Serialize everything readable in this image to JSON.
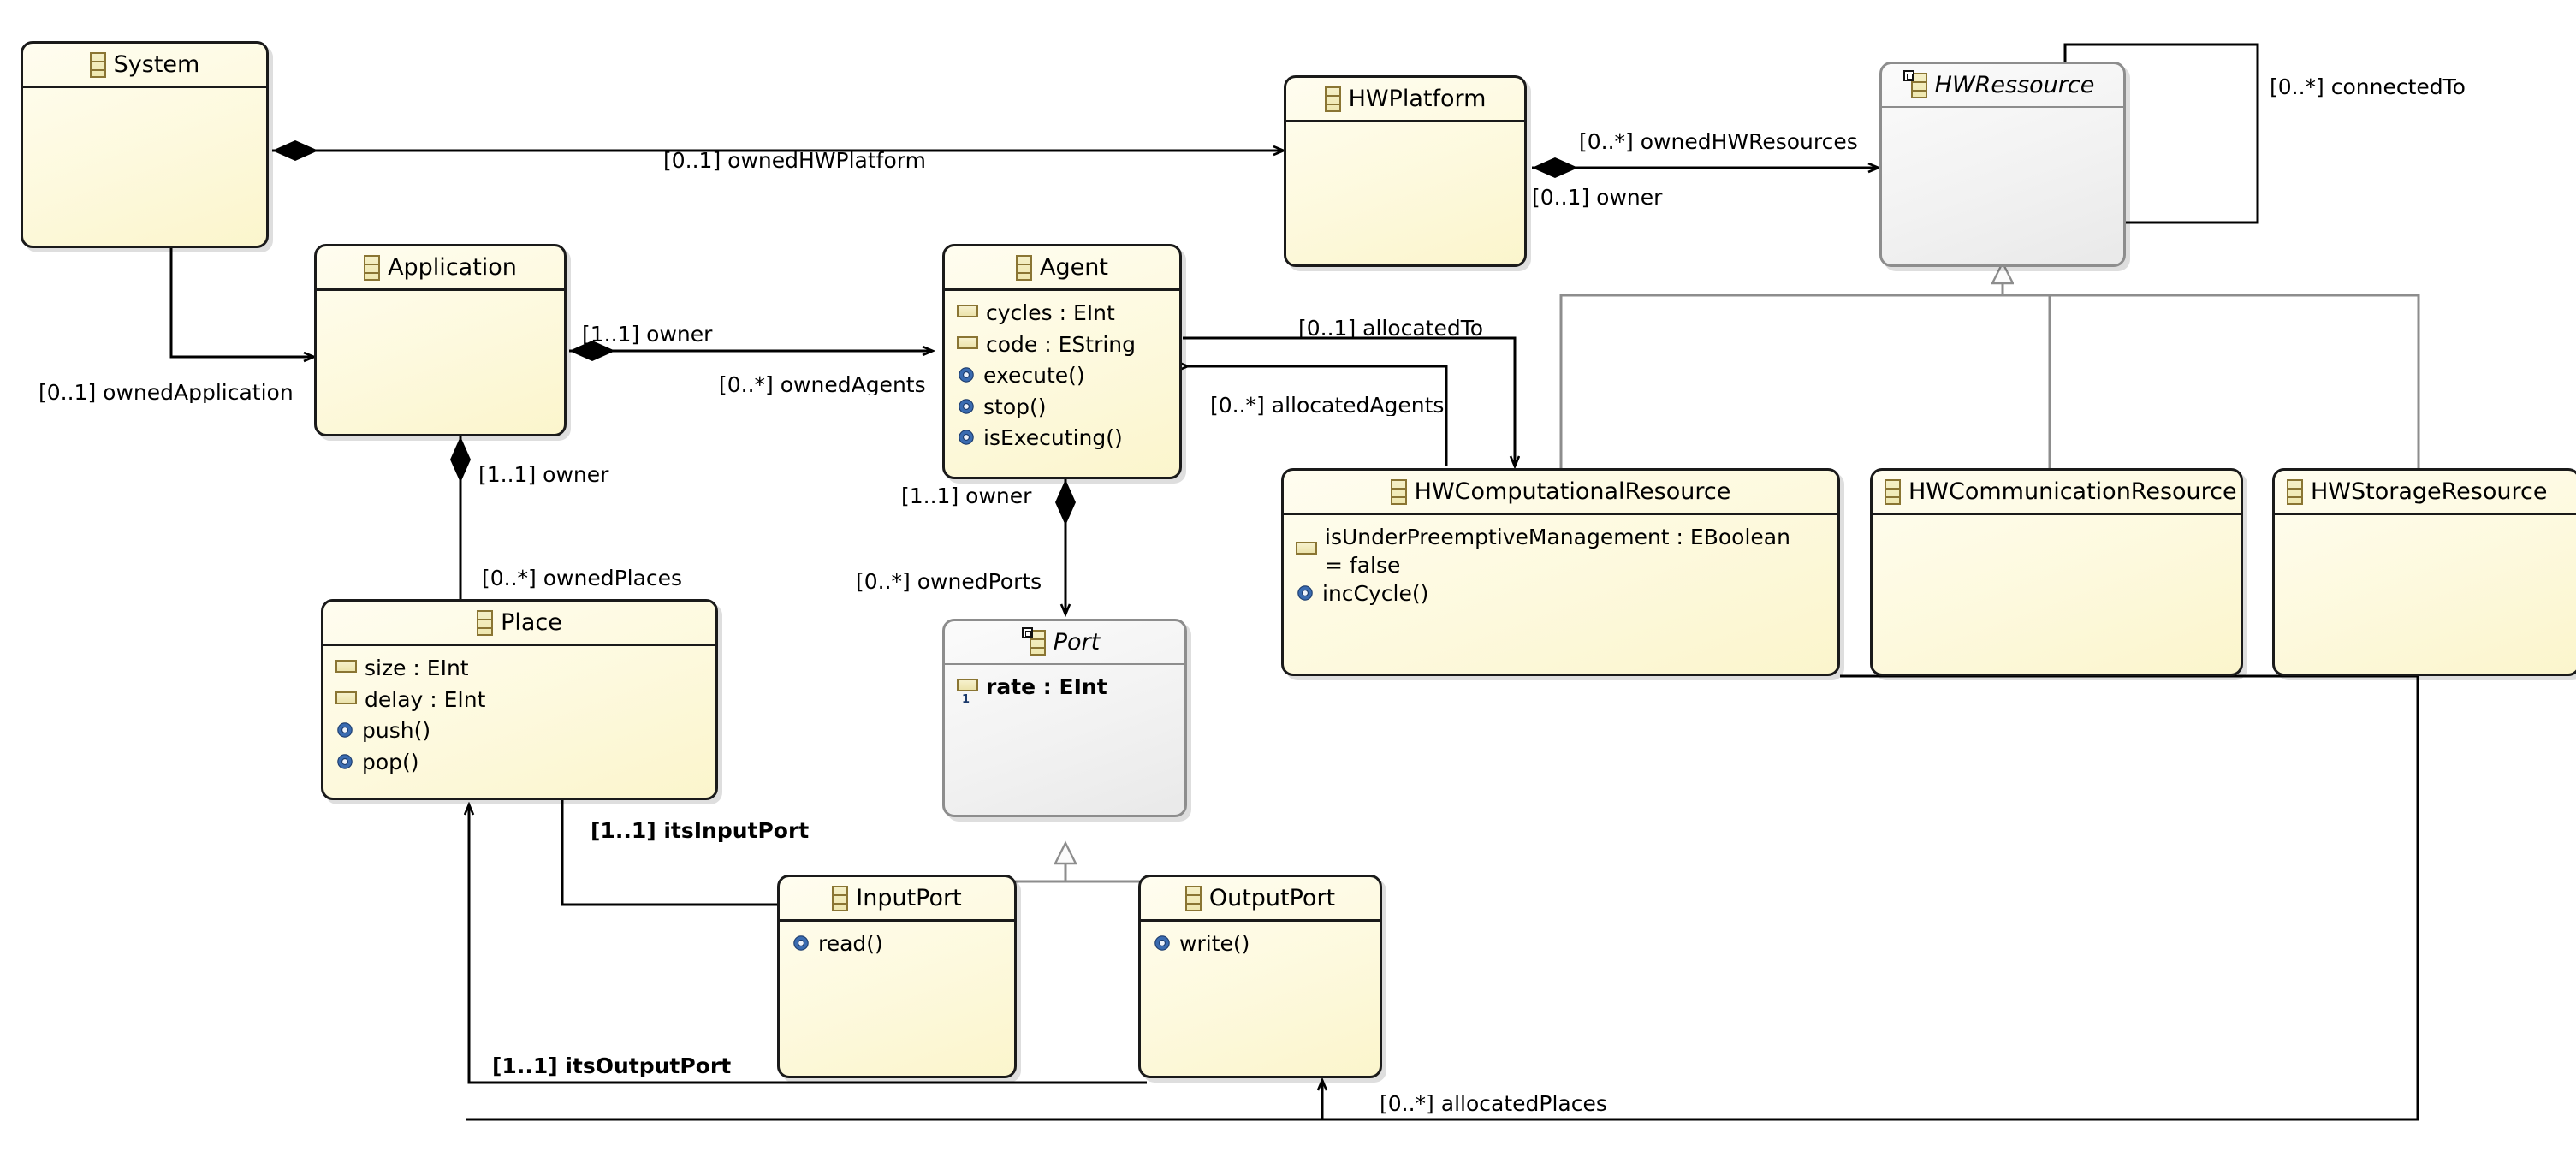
{
  "diagram": {
    "kind": "uml-class-diagram",
    "colors": {
      "class_fill": "#fdf8dd",
      "class_border": "#1a1a1a",
      "abstract_fill": "#f1f1f1",
      "abstract_border": "#8d8d8d",
      "icon_tan": "#8a7533",
      "op_icon_blue": "#2e5b9a",
      "generalization_line": "#8d8d8d",
      "association_line": "#000000",
      "background": "#ffffff"
    },
    "classes": [
      {
        "id": "system",
        "name": "System",
        "abstract": false,
        "icon": "class-icon",
        "attributes": [],
        "operations": []
      },
      {
        "id": "application",
        "name": "Application",
        "abstract": false,
        "icon": "class-icon",
        "attributes": [],
        "operations": []
      },
      {
        "id": "agent",
        "name": "Agent",
        "abstract": false,
        "icon": "class-icon",
        "attributes": [
          "cycles : EInt",
          "code : EString"
        ],
        "operations": [
          "execute()",
          "stop()",
          "isExecuting()"
        ]
      },
      {
        "id": "place",
        "name": "Place",
        "abstract": false,
        "icon": "class-icon",
        "attributes": [
          "size : EInt",
          "delay : EInt"
        ],
        "operations": [
          "push()",
          "pop()"
        ]
      },
      {
        "id": "port",
        "name": "Port",
        "abstract": true,
        "icon": "abstract-class-icon",
        "attributes": [
          "rate : EInt"
        ],
        "operations": []
      },
      {
        "id": "inputport",
        "name": "InputPort",
        "abstract": false,
        "icon": "class-icon",
        "attributes": [],
        "operations": [
          "read()"
        ]
      },
      {
        "id": "outputport",
        "name": "OutputPort",
        "abstract": false,
        "icon": "class-icon",
        "attributes": [],
        "operations": [
          "write()"
        ]
      },
      {
        "id": "hwplatform",
        "name": "HWPlatform",
        "abstract": false,
        "icon": "class-icon",
        "attributes": [],
        "operations": []
      },
      {
        "id": "hwressource",
        "name": "HWRessource",
        "abstract": true,
        "icon": "abstract-class-icon",
        "attributes": [],
        "operations": []
      },
      {
        "id": "hwcomputational",
        "name": "HWComputationalResource",
        "abstract": false,
        "icon": "class-icon",
        "attributes": [
          "isUnderPreemptiveManagement : EBoolean",
          "= false"
        ],
        "operations": [
          "incCycle()"
        ]
      },
      {
        "id": "hwcommunication",
        "name": "HWCommunicationResource",
        "abstract": false,
        "icon": "class-icon",
        "attributes": [],
        "operations": []
      },
      {
        "id": "hwstorage",
        "name": "HWStorageResource",
        "abstract": false,
        "icon": "class-icon",
        "attributes": [],
        "operations": []
      }
    ],
    "edge_labels": {
      "owned_hw_platform": "[0..1] ownedHWPlatform",
      "owned_hw_resources": "[0..*] ownedHWResources",
      "hw_owner": "[0..1] owner",
      "connected_to": "[0..*] connectedTo",
      "owned_application": "[0..1] ownedApplication",
      "app_owner": "[1..1] owner",
      "owned_agents": "[0..*] ownedAgents",
      "allocated_to": "[0..1] allocatedTo",
      "allocated_agents": "[0..*] allocatedAgents",
      "place_owner": "[1..1] owner",
      "owned_places": "[0..*] ownedPlaces",
      "port_owner": "[1..1] owner",
      "owned_ports": "[0..*] ownedPorts",
      "its_input_port": "[1..1] itsInputPort",
      "its_output_port": "[1..1] itsOutputPort",
      "allocated_places": "[0..*] allocatedPlaces"
    }
  }
}
